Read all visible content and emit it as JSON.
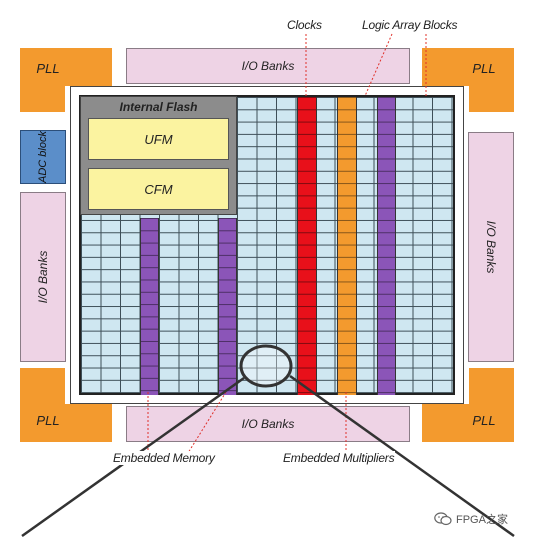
{
  "labels": {
    "clocks": "Clocks",
    "logic_array_blocks": "Logic Array Blocks",
    "embedded_memory": "Embedded Memory",
    "embedded_multipliers": "Embedded Multipliers"
  },
  "blocks": {
    "pll": "PLL",
    "io_banks": "I/O Banks",
    "adc_block": "ADC block",
    "internal_flash": "Internal Flash",
    "ufm": "UFM",
    "cfm": "CFM"
  },
  "watermark": "FPGA之家",
  "colors": {
    "pll": "#f39a2e",
    "io_bank": "#eed3e5",
    "adc": "#5b8ec9",
    "logic_cell": "#cfe7f1",
    "memory": "#8b55b8",
    "clock": "#e8101a",
    "multiplier": "#f39a2e",
    "flash_bg": "#8c8c8c",
    "flash_block": "#fbf3a0",
    "annotation": "#e0302a"
  }
}
